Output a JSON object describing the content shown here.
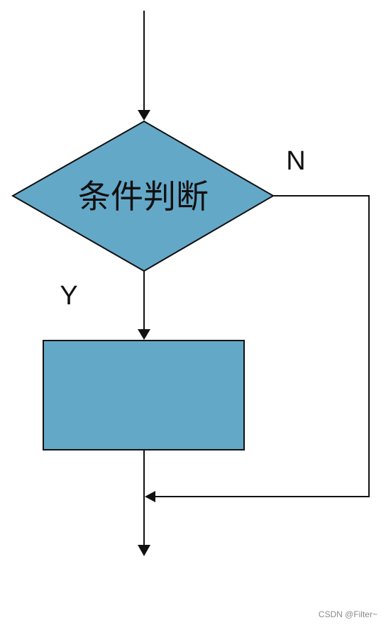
{
  "diagram": {
    "decision_label": "条件判断",
    "no_label": "N",
    "yes_label": "Y",
    "process_label": "",
    "fill_color": "#64a8c8",
    "line_color": "#111111"
  },
  "watermark": {
    "text": "CSDN @Filter~"
  }
}
